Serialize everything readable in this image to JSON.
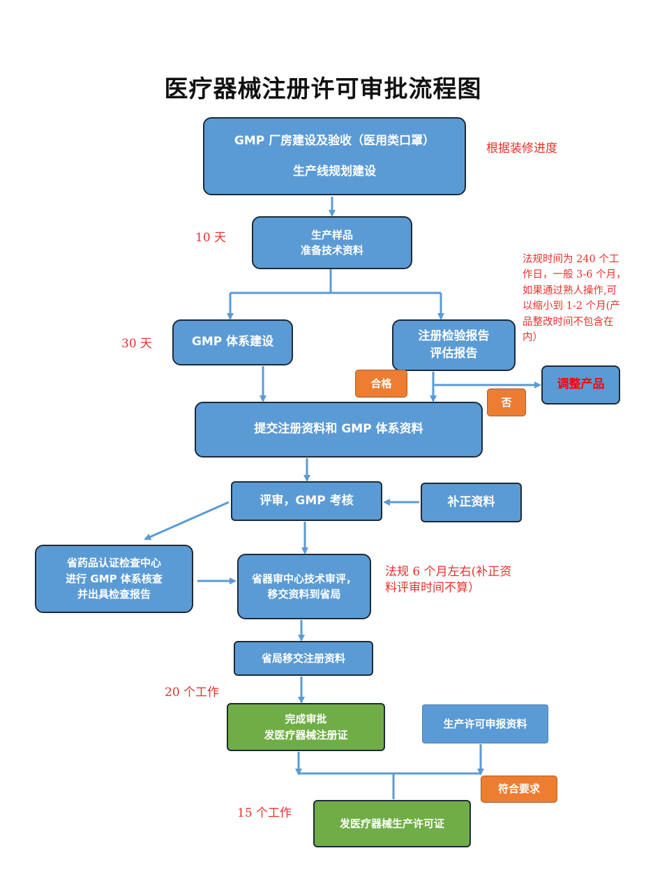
{
  "title": "医疗器械注册许可审批流程图",
  "colors": {
    "box_blue": "#5b9bd5",
    "box_green": "#70ad47",
    "box_orange": "#ed7d31",
    "arrow": "#5b9bd5",
    "note_red": "#e8302a",
    "alert_red": "#ff0000"
  },
  "nodes": {
    "gmp_factory": {
      "line1": "GMP 厂房建设及验收（医用类口罩）",
      "line2": "生产线规划建设"
    },
    "sample": {
      "line1": "生产样品",
      "line2": "准备技术资料"
    },
    "gmp_system": {
      "line1": "GMP 体系建设"
    },
    "inspection_report": {
      "line1": "注册检验报告",
      "line2": "评估报告"
    },
    "pass": {
      "label": "合格"
    },
    "fail": {
      "label": "否"
    },
    "adjust_product": {
      "label": "调整产品"
    },
    "submit": {
      "label": "提交注册资料和 GMP 体系资料"
    },
    "review": {
      "label": "评审，GMP 考核"
    },
    "supplement": {
      "label": "补正资料"
    },
    "provincial_center": {
      "line1": "省药品认证检查中心",
      "line2": "进行 GMP 体系核查",
      "line3": "并出具检查报告"
    },
    "device_review": {
      "line1": "省器审中心技术审评，",
      "line2": "移交资料到省局"
    },
    "bureau_transfer": {
      "label": "省局移交注册资料"
    },
    "approval": {
      "line1": "完成审批",
      "line2": "发医疗器械注册证"
    },
    "production_apply": {
      "label": "生产许可申报资料"
    },
    "meets_requirements": {
      "label": "符合要求"
    },
    "production_license": {
      "label": "发医疗器械生产许可证"
    }
  },
  "notes": {
    "decoration_progress": "根据装修进度",
    "ten_days": "10 天",
    "thirty_days": "30 天",
    "regulation_240": [
      "法规时间为 240 个工",
      "作日，一般 3-6 个月，",
      "如果通过熟人操作,可",
      "以缩小到 1-2 个月(产",
      "品整改时间不包含在",
      "内）"
    ],
    "regulation_6months": [
      "法规 6 个月左右(补正资",
      "料评审时间不算）"
    ],
    "twenty_work": "20 个工作",
    "fifteen_work": "15 个工作"
  }
}
